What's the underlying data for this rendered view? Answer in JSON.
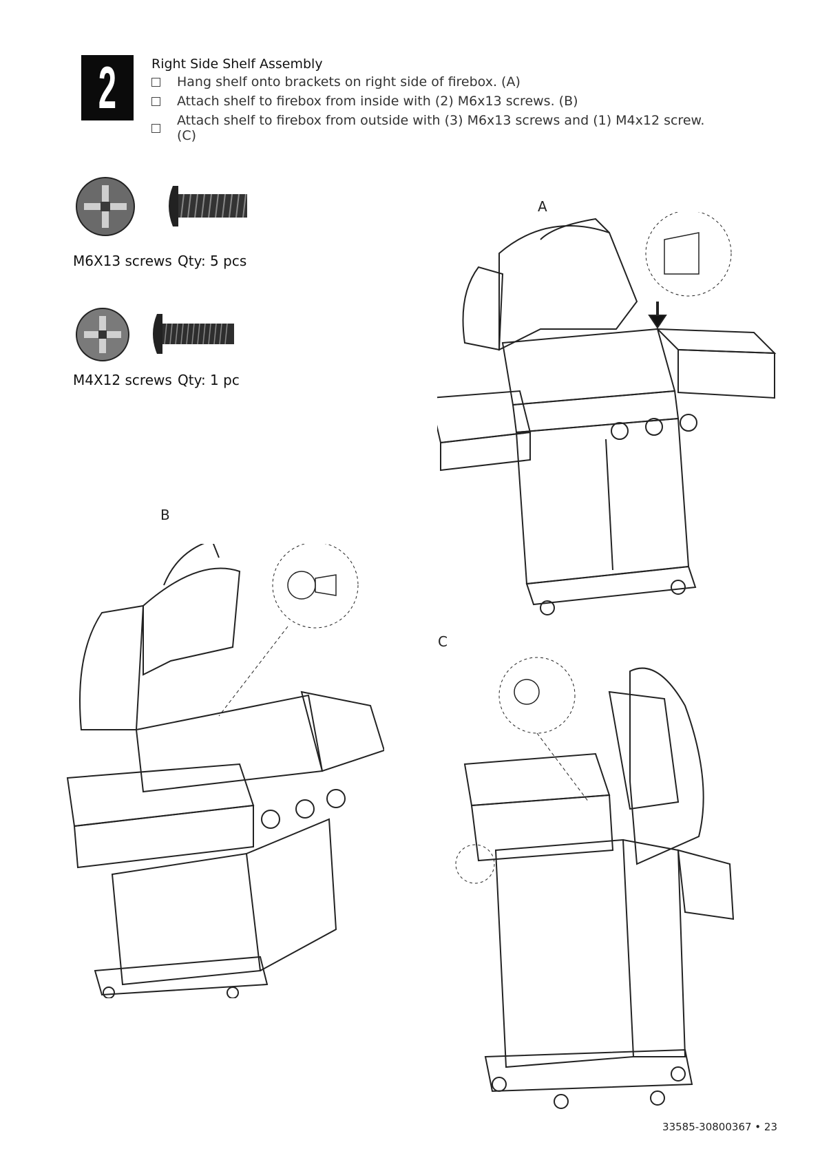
{
  "step": {
    "number": "2",
    "title": "Right Side Shelf Assembly",
    "instructions": [
      "Hang shelf onto brackets on right side of firebox. (A)",
      "Attach shelf to firebox from inside with (2) M6x13 screws. (B)",
      "Attach shelf to firebox from outside with (3) M6x13 screws and (1) M4x12 screw. (C)"
    ]
  },
  "hardware": [
    {
      "name": "M6X13 screws",
      "qty": "Qty: 5 pcs"
    },
    {
      "name": "M4X12 screws",
      "qty": "Qty: 1 pc"
    }
  ],
  "figures": {
    "a": "A",
    "b": "B",
    "c": "C"
  },
  "footer": {
    "page": "33585-30800367 • 23"
  }
}
